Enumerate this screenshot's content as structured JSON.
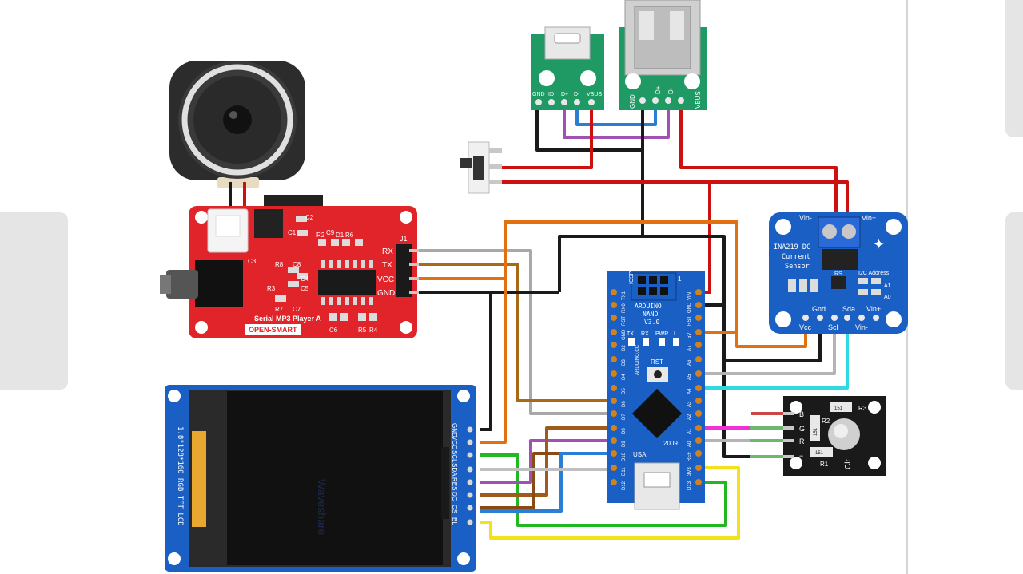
{
  "mp3": {
    "title": "Serial MP3 Player A",
    "brand": "OPEN-SMART",
    "header": "J1",
    "pins": [
      "RX",
      "TX",
      "VCC",
      "GND"
    ],
    "components": [
      "C2",
      "C1",
      "R2",
      "C9",
      "D1",
      "R6",
      "C3",
      "R8",
      "C8",
      "C4",
      "R3",
      "C5",
      "R7",
      "C7",
      "C6",
      "R5",
      "R4"
    ]
  },
  "micro_usb": {
    "pins": [
      "GND",
      "ID",
      "D+",
      "D-",
      "VBUS"
    ]
  },
  "usb_a": {
    "pins": [
      "GND",
      "D+",
      "D-",
      "VBUS"
    ]
  },
  "ina219": {
    "title": "INA219 DC",
    "title2": "Current",
    "title3": "Sensor",
    "vin_minus_top": "Vin-",
    "vin_plus_top": "Vin+",
    "rs": "RS",
    "i2c": "I2C Address",
    "a1": "A1",
    "a0": "A0",
    "pin_labels": [
      "Gnd",
      "Sda",
      "Vin+"
    ],
    "pin_labels_bottom": [
      "Vcc",
      "Scl",
      "Vin-"
    ]
  },
  "nano": {
    "l1": "ARDUINO",
    "l2": "NANO",
    "l3": "V3.0",
    "icsp": "ICSP",
    "one": "1",
    "leds": [
      "TX",
      "RX",
      "PWR",
      "L"
    ],
    "rst": "RST",
    "usa": "USA",
    "year": "2009",
    "side_text": "ARDUINO.CC",
    "left_pins": [
      "TX1",
      "RX0",
      "RST",
      "GND",
      "D2",
      "D3",
      "D4",
      "D5",
      "D6",
      "D7",
      "D8",
      "D9",
      "D10",
      "D11",
      "D12"
    ],
    "right_pins": [
      "VIN",
      "GND",
      "RST",
      "5V",
      "A7",
      "A6",
      "A5",
      "A4",
      "A3",
      "A2",
      "A1",
      "A0",
      "REF",
      "3V3",
      "D13"
    ]
  },
  "tft": {
    "vertical": "1.8\"128*160 RGB TFT_LCD",
    "pins": [
      "GND",
      "VCC",
      "SCL",
      "SDA",
      "RES",
      "DC",
      "CS",
      "BL"
    ],
    "watermark": "Waveshare"
  },
  "rgb": {
    "resistors": [
      "R3",
      "R2",
      "R1"
    ],
    "smd": [
      "151",
      "151",
      "151"
    ],
    "pins": [
      "B",
      "G",
      "R",
      "−"
    ],
    "label": "Clr"
  },
  "colors": {
    "board_red": "#e0242a",
    "board_blue": "#1a5fc4",
    "board_green": "#1f9a64",
    "wire_red": "#cc1111",
    "wire_black": "#1a1a1a",
    "wire_orange": "#e07010",
    "wire_gray": "#a8a8a8",
    "wire_brown": "#a05a1a",
    "wire_purple": "#a052b4",
    "wire_blue": "#2a7fd4",
    "wire_green": "#22b822",
    "wire_yellow": "#f2e21c",
    "wire_cyan": "#30d8e0",
    "wire_magenta": "#f030d8"
  }
}
